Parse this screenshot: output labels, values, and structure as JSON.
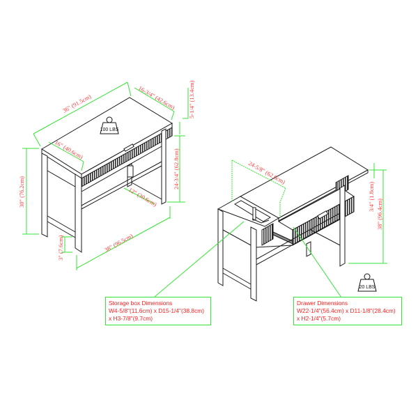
{
  "colors": {
    "dimension_line": "#33e633",
    "dimension_text": "#ff3b3b",
    "drawing": "#1a1a1a",
    "slats": "#2a2a2a"
  },
  "left_view": {
    "weight_label": "100 LBS",
    "dims": {
      "top_width": "36\" (91.5cm)",
      "top_depth": "16-3/4\" (42.6cm)",
      "apron_height": "5-1/4\" (13.4cm)",
      "inner_depth": "16\" (40.6cm)",
      "clearance_height": "24-3/4\" (62.8cm)",
      "total_height": "30\" (76.2cm)",
      "shelf_depth": "12\" (30.6cm)",
      "base_width": "38\" (96.5cm)",
      "foot_height": "3\" (7.6cm)"
    }
  },
  "right_view": {
    "weight_label": "20 LBS",
    "dims": {
      "lid_opening": "24-5/8\" (62.6cm)",
      "lid_thickness": "3/4\" (1.8cm)",
      "total_height_open": "38\" (96.4cm)"
    }
  },
  "callouts": {
    "storage_box": {
      "title": "Storage box Dimensions",
      "line1": "W4-5/8\"(11.6cm) x D15-1/4\"(38.8cm)",
      "line2": "x H3-7/8\"(9.7cm)"
    },
    "drawer": {
      "title": "Drawer Dimensions",
      "line1": "W22-1/4\"(56.4cm) x D11-1/8\"(28.4cm)",
      "line2": "x H2-1/4\"(5.7cm)"
    }
  }
}
